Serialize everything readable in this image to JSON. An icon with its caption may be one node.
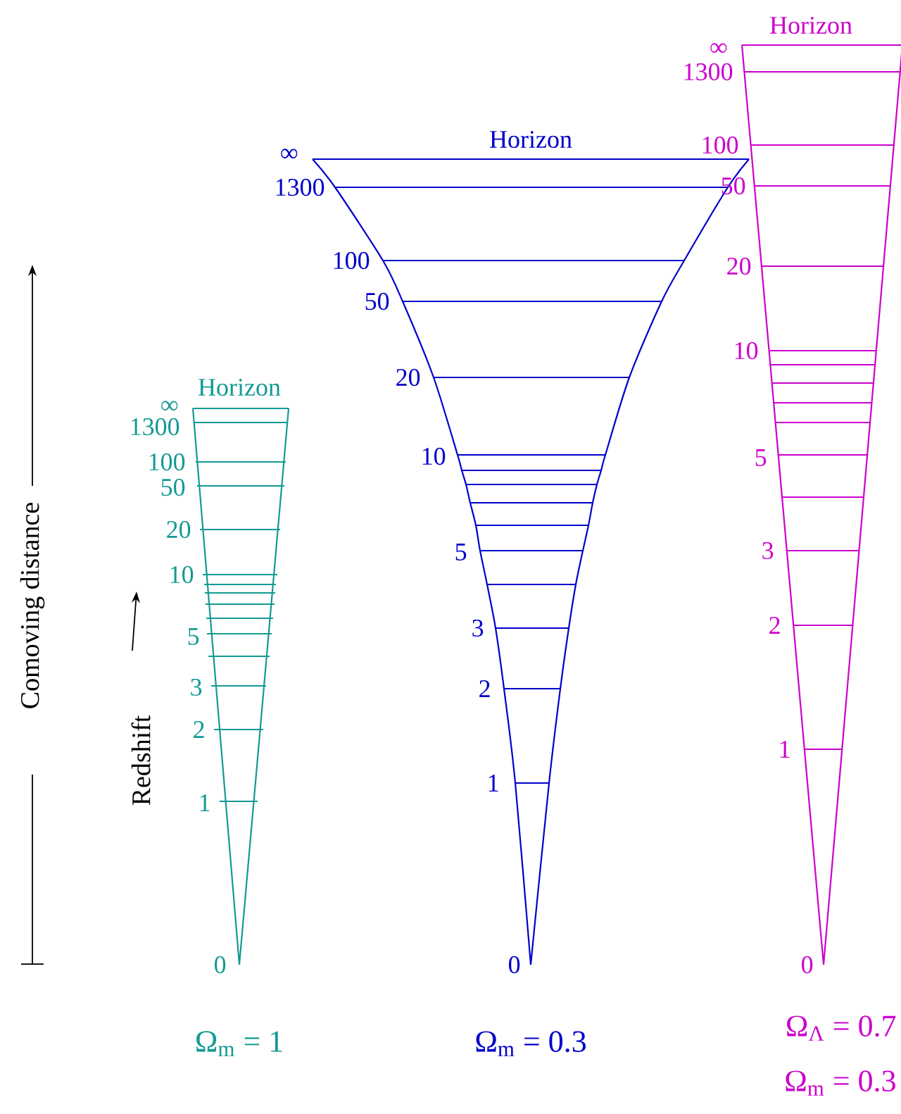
{
  "diagram": {
    "labels": [
      "Comoving distance",
      "Redshift",
      "Horizon",
      "∞",
      "1300",
      "100",
      "50",
      "20",
      "10",
      "5",
      "3",
      "2",
      "1",
      "0",
      "Ω$_{m}$ = 1",
      "Horizon",
      "∞",
      "1300",
      "100",
      "50",
      "20",
      "10",
      "5",
      "3",
      "2",
      "1",
      "0",
      "Ω$_{m}$ = 0.3",
      "Horizon",
      "∞",
      "1300",
      "100",
      "50",
      "20",
      "10",
      "5",
      "3",
      "2",
      "1",
      "0",
      "Ω$_{Λ}$ = 0.7",
      "Ω$_{m}$ = 0.3"
    ]
  }
}
